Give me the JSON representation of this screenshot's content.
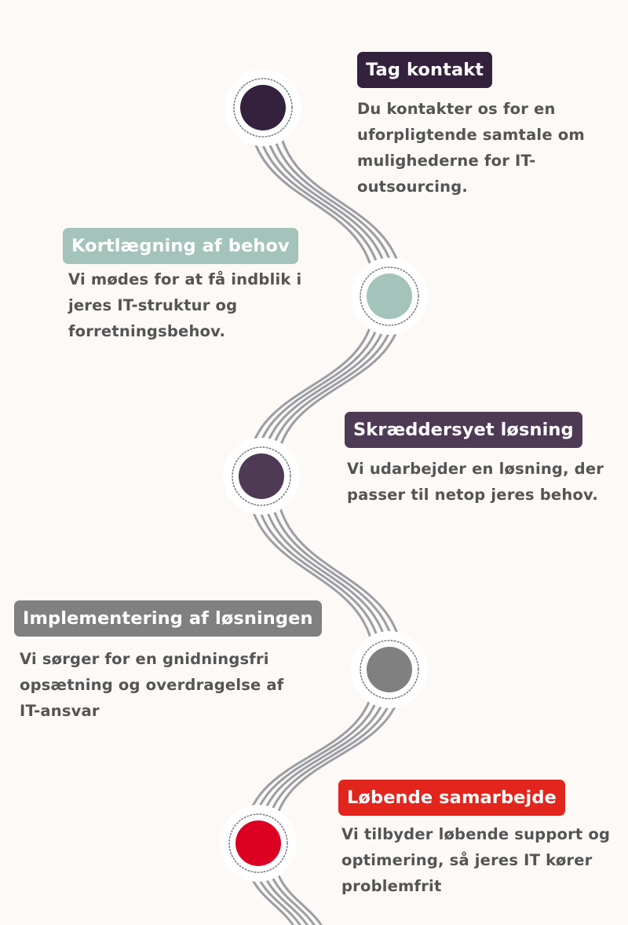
{
  "colors": {
    "background": "#fcf9f6",
    "wave_line": "#9b9ea3",
    "node_halo": "#ffffff",
    "node_ring_dots": "#7b7f86",
    "description_text": "#545454"
  },
  "steps": [
    {
      "title": "Tag kontakt",
      "color": "#34213d",
      "description_lines": [
        "Du kontakter os for en",
        "uforpligtende samtale om",
        "mulighederne for IT-",
        "outsourcing."
      ]
    },
    {
      "title": "Kortlægning af behov",
      "color": "#a3c3bb",
      "description_lines": [
        "Vi mødes for at få indblik i",
        "jeres IT-struktur og",
        "forretningsbehov."
      ]
    },
    {
      "title": "Skræddersyet løsning",
      "color": "#4e3a55",
      "description_lines": [
        "Vi udarbejder en løsning, der",
        "passer til netop jeres behov."
      ]
    },
    {
      "title": "Implementering af løsningen",
      "color": "#808080",
      "description_lines": [
        "Vi sørger for en gnidningsfri",
        "opsætning og overdragelse af",
        "IT-ansvar"
      ]
    },
    {
      "title": "Løbende samarbejde",
      "title_color": "#e2251d",
      "color": "#dc0022",
      "description_lines": [
        "Vi tilbyder løbende support og",
        "optimering, så jeres IT kører",
        "problemfrit"
      ]
    }
  ]
}
